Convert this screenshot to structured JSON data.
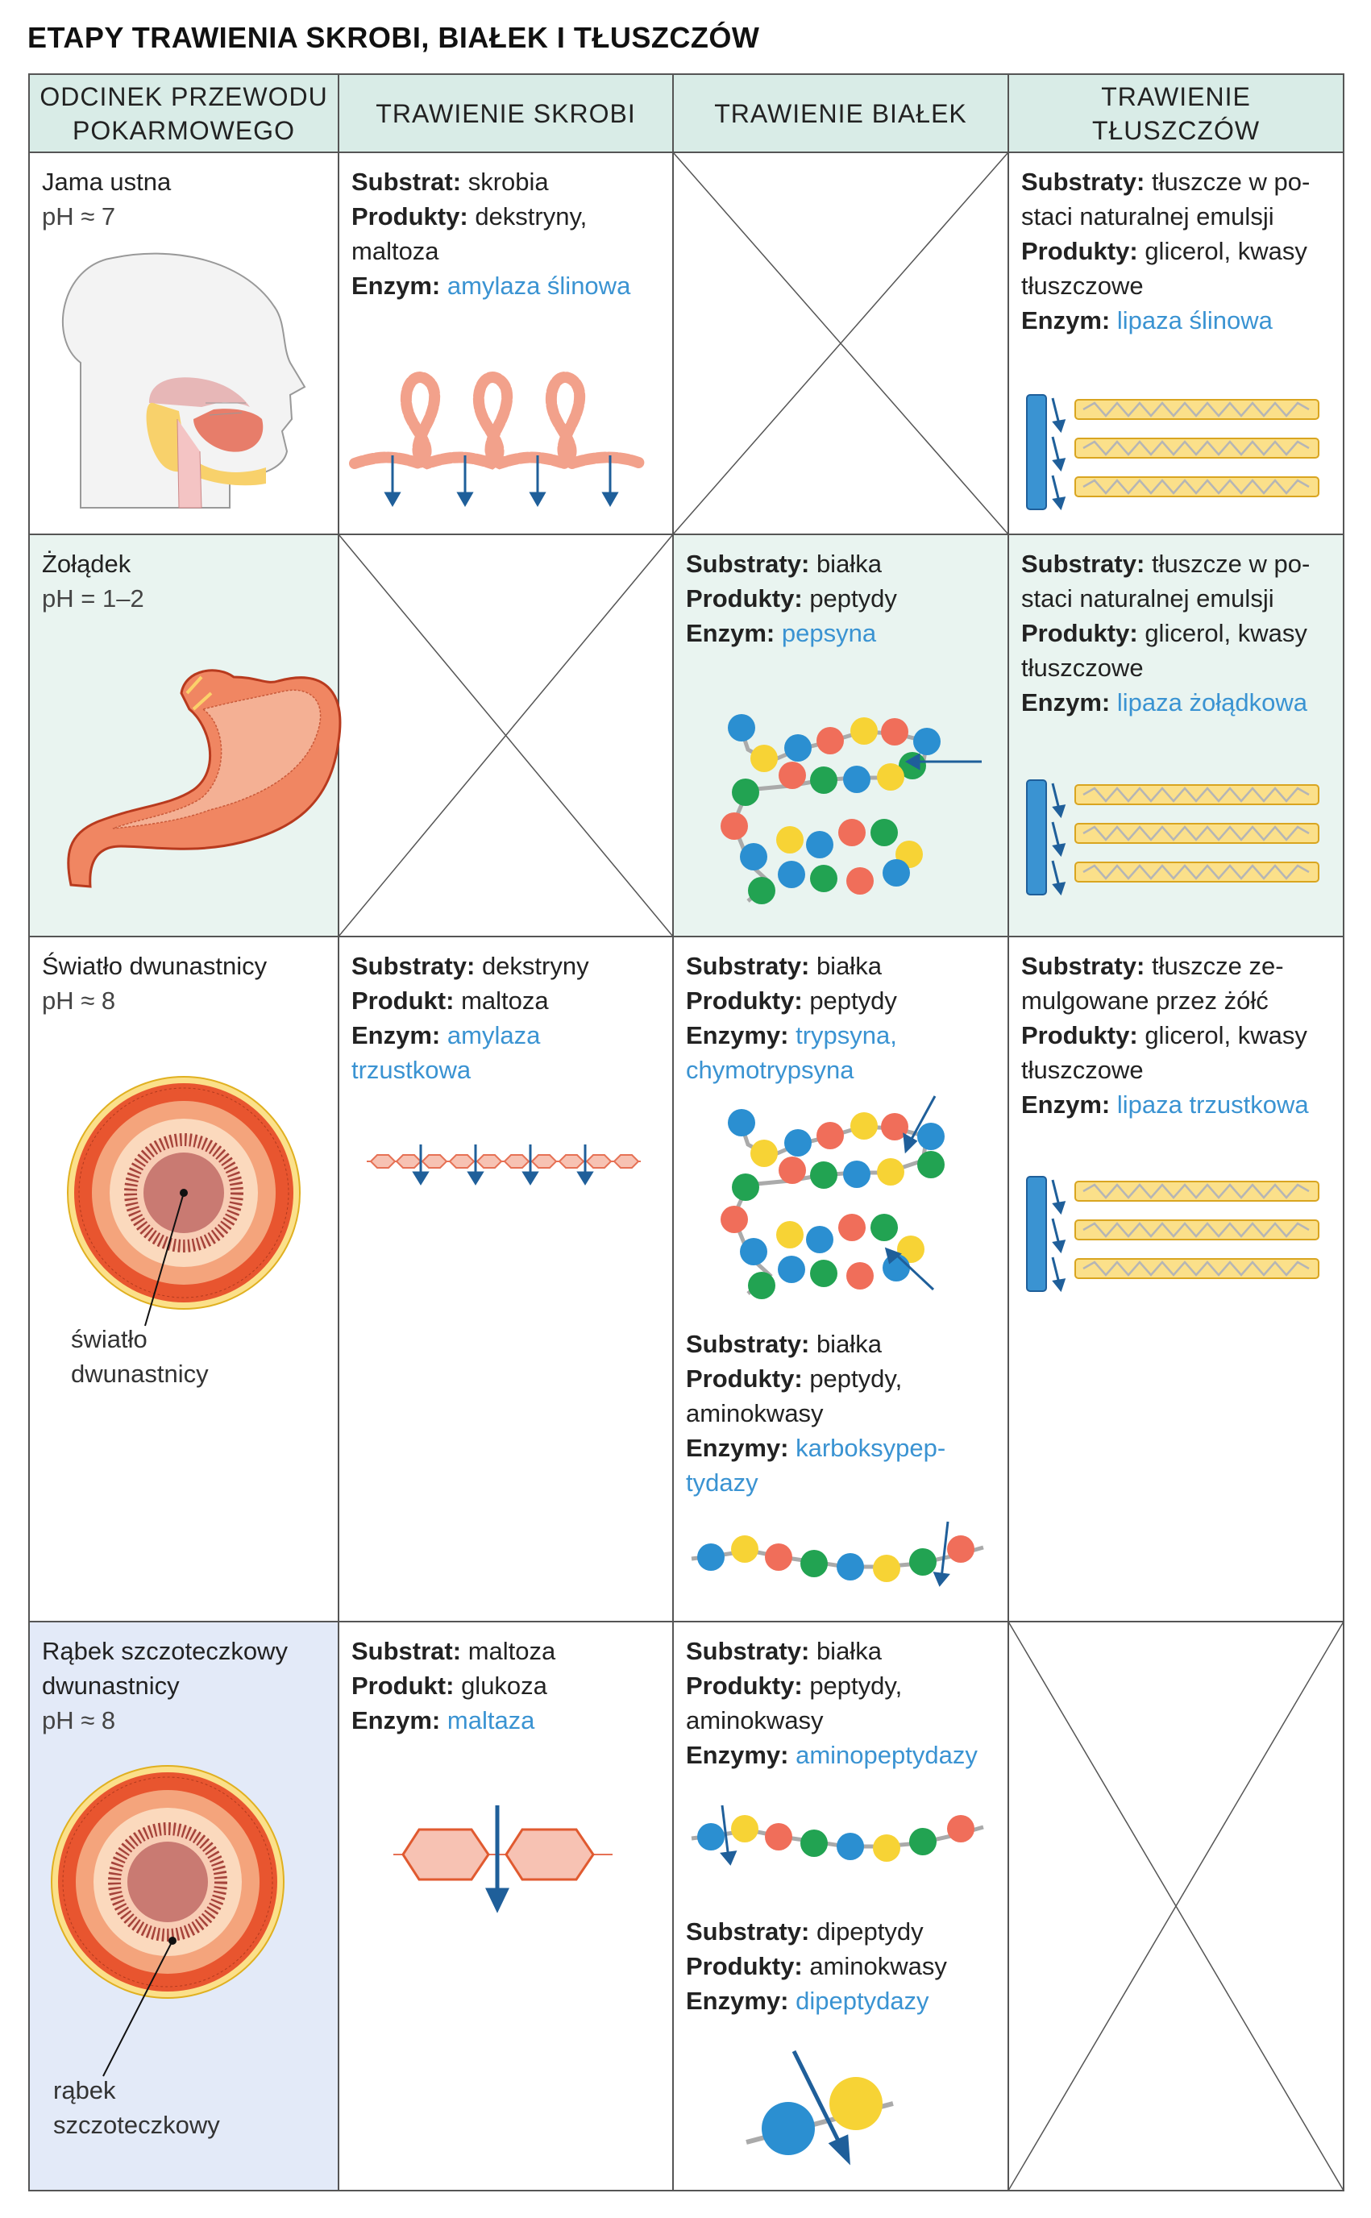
{
  "title": "ETAPY TRAWIENIA SKROBI, BIAŁEK I TŁUSZCZÓW",
  "headers": {
    "col1_l1": "ODCINEK PRZEWODU",
    "col1_l2": "POKARMOWEGO",
    "col2": "TRAWIENIE SKROBI",
    "col3": "TRAWIENIE BIAŁEK",
    "col4_l1": "TRAWIENIE",
    "col4_l2": "TŁUSZCZÓW"
  },
  "labels": {
    "substrat": "Substrat:",
    "substraty": "Substraty:",
    "produkty": "Produkty:",
    "produkt": "Produkt:",
    "enzym": "Enzym:",
    "enzymy": "Enzymy:"
  },
  "colors": {
    "header_bg": "#d9ece7",
    "stomach_bg": "#e9f4f0",
    "brush_bg": "#e3eaf8",
    "enzyme_text": "#3a93d2",
    "grid": "#555555"
  },
  "rows": {
    "mouth": {
      "name": "Jama ustna",
      "ph": "pH ≈ 7",
      "starch": {
        "substrate": "skrobia",
        "products_l1": "dekstryny,",
        "products_l2": "maltoza",
        "enzyme": "amylaza ślinowa"
      },
      "fat": {
        "substrate_l1": "tłuszcze w po-",
        "substrate_l2": "staci naturalnej emulsji",
        "products_l1": "glicerol, kwasy",
        "products_l2": "tłuszczowe",
        "enzyme": "lipaza ślinowa"
      }
    },
    "stomach": {
      "name": "Żołądek",
      "ph": "pH = 1–2",
      "protein": {
        "substrate": "białka",
        "products": "peptydy",
        "enzyme": "pepsyna"
      },
      "fat": {
        "substrate_l1": "tłuszcze w po-",
        "substrate_l2": "staci naturalnej emulsji",
        "products_l1": "glicerol, kwasy",
        "products_l2": "tłuszczowe",
        "enzyme": "lipaza żołądkowa"
      }
    },
    "duodenum_lumen": {
      "name": "Światło dwunastnicy",
      "ph": "pH ≈ 8",
      "organ_label_l1": "światło",
      "organ_label_l2": "dwunastnicy",
      "starch": {
        "substrate": "dekstryny",
        "product": "maltoza",
        "enzyme_l1": "amylaza",
        "enzyme_l2": "trzustkowa"
      },
      "protein": {
        "substrate": "białka",
        "products": "peptydy",
        "enzyme_l1": "trypsyna,",
        "enzyme_l2": "chymotrypsyna"
      },
      "protein2": {
        "substrate": "białka",
        "products_l1": "peptydy,",
        "products_l2": "aminokwasy",
        "enzyme_l1": "karboksypep-",
        "enzyme_l2": "tydazy"
      },
      "fat": {
        "substrate_l1": "tłuszcze ze-",
        "substrate_l2": "mulgowane przez żółć",
        "products_l1": "glicerol, kwasy",
        "products_l2": "tłuszczowe",
        "enzyme": "lipaza trzustkowa"
      }
    },
    "brush_border": {
      "name_l1": "Rąbek szczoteczkowy",
      "name_l2": "dwunastnicy",
      "ph": "pH ≈ 8",
      "organ_label_l1": "rąbek",
      "organ_label_l2": "szczoteczkowy",
      "starch": {
        "substrate": "maltoza",
        "product": "glukoza",
        "enzyme": "maltaza"
      },
      "protein": {
        "substrate": "białka",
        "products_l1": "peptydy,",
        "products_l2": "aminokwasy",
        "enzyme": "aminopeptydazy"
      },
      "protein2": {
        "substrate": "dipeptydy",
        "products": "aminokwasy",
        "enzyme": "dipeptydazy"
      }
    }
  }
}
